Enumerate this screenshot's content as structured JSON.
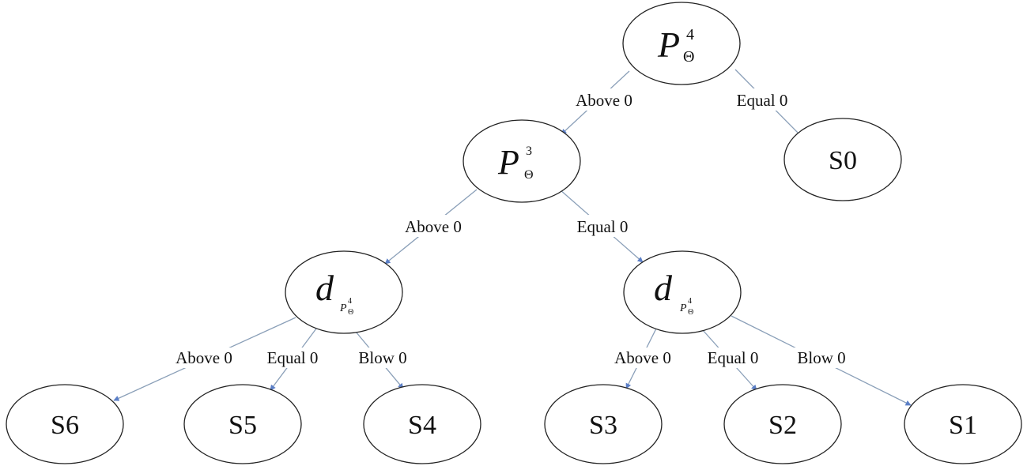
{
  "nodes": {
    "root": {
      "main": "P",
      "sup": "4",
      "sub": "Θ"
    },
    "p3": {
      "main": "P",
      "sup": "3",
      "sub": "Θ"
    },
    "s0": {
      "label": "S0"
    },
    "d_left": {
      "main": "d",
      "sub_main": "P",
      "sub_sup": "4",
      "sub_sub": "Θ"
    },
    "d_right": {
      "main": "d",
      "sub_main": "P",
      "sub_sup": "4",
      "sub_sub": "Θ"
    },
    "s6": {
      "label": "S6"
    },
    "s5": {
      "label": "S5"
    },
    "s4": {
      "label": "S4"
    },
    "s3": {
      "label": "S3"
    },
    "s2": {
      "label": "S2"
    },
    "s1": {
      "label": "S1"
    }
  },
  "edges": {
    "root_p3": "Above 0",
    "root_s0": "Equal 0",
    "p3_dleft": "Above 0",
    "p3_dright": "Equal 0",
    "dleft_s6": "Above 0",
    "dleft_s5": "Equal 0",
    "dleft_s4": "Blow 0",
    "dright_s3": "Above 0",
    "dright_s2": "Equal 0",
    "dright_s1": "Blow 0"
  },
  "colors": {
    "arrow": "#5b7fc7",
    "line": "#8a9fb8",
    "node_border": "#222222"
  }
}
